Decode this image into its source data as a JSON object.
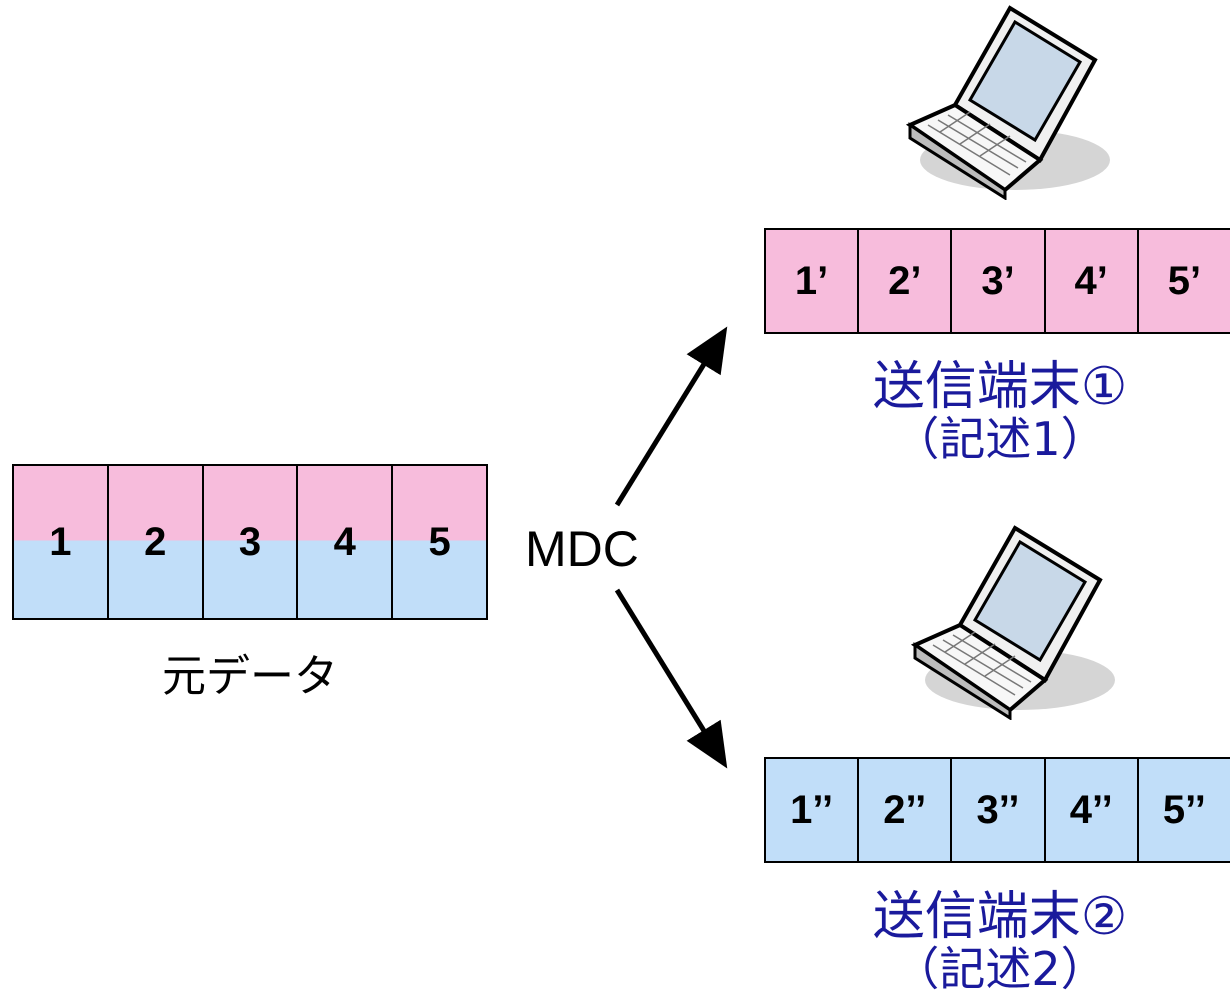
{
  "original": {
    "cells": [
      "1",
      "2",
      "3",
      "4",
      "5"
    ],
    "caption": "元データ"
  },
  "mdc_label": "MDC",
  "description1": {
    "cells": [
      "1’",
      "2’",
      "3’",
      "4’",
      "5’"
    ],
    "terminal": "送信端末①",
    "label": "（記述1）"
  },
  "description2": {
    "cells": [
      "1’’",
      "2’’",
      "3’’",
      "4’’",
      "5’’"
    ],
    "terminal": "送信端末②",
    "label": "（記述2）"
  },
  "colors": {
    "pink": "#f7bcdc",
    "blue": "#c1def9",
    "terminal_text": "#1a1a9c"
  },
  "icons": [
    "laptop-icon",
    "laptop-icon"
  ]
}
